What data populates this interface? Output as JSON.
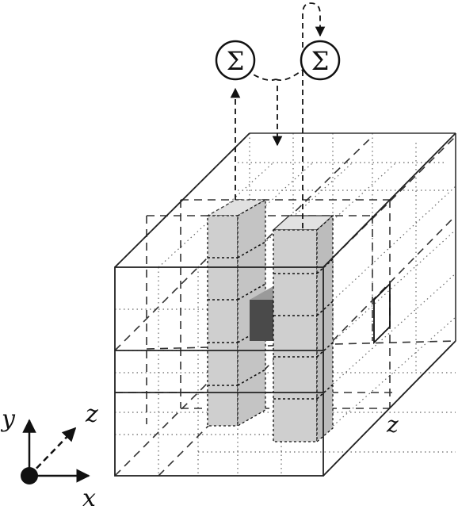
{
  "diagram": {
    "axes": {
      "x_label": "x",
      "y_label": "y",
      "z_label": "z"
    },
    "cube_depth_label": "z",
    "summation_nodes": [
      {
        "symbol": "Σ",
        "role": "output-sum"
      },
      {
        "symbol": "Σ",
        "role": "input-sum"
      }
    ],
    "colors": {
      "line": "#222222",
      "grid": "#555555",
      "column_fill": "#cfcfcf",
      "center_cube_dark": "#4a4a4a",
      "center_cube_light": "#bdbdbd",
      "background": "#ffffff"
    }
  }
}
